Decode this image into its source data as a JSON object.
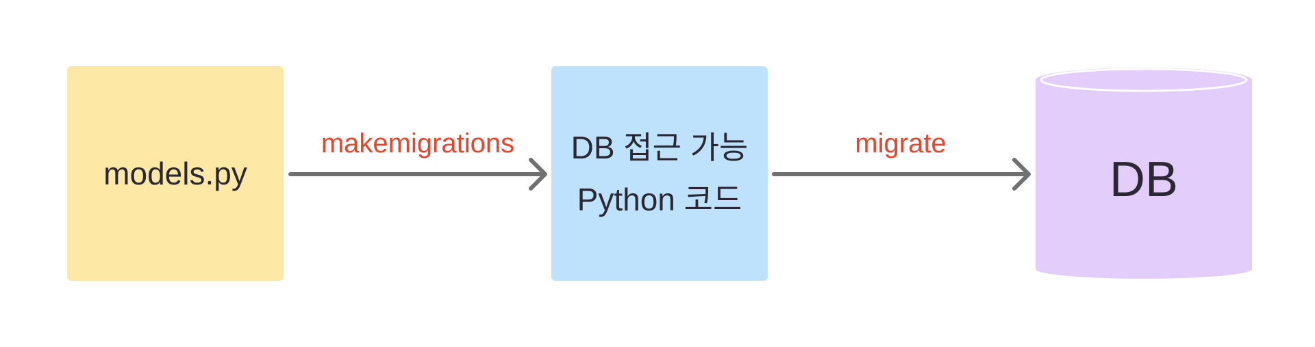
{
  "nodes": {
    "models": {
      "label": "models.py"
    },
    "python": {
      "line1": "DB 접근 가능",
      "line2": "Python 코드"
    },
    "db": {
      "label": "DB"
    }
  },
  "edges": {
    "makemigrations": {
      "label": "makemigrations"
    },
    "migrate": {
      "label": "migrate"
    }
  },
  "colors": {
    "models_fill": "#fde8a5",
    "python_fill": "#bfe2fc",
    "db_fill": "#e3cdfb",
    "arrow": "#707070",
    "label_accent": "#e5472d",
    "text": "#2b2733"
  }
}
